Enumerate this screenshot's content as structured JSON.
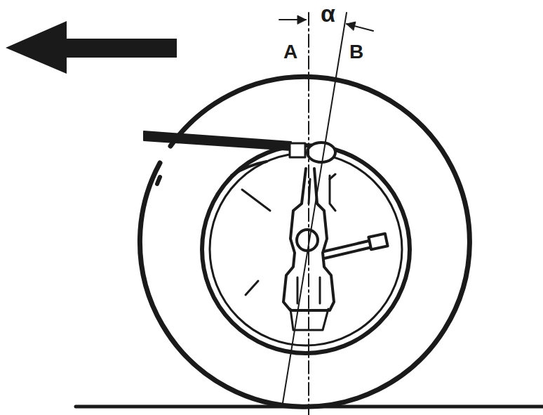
{
  "diagram": {
    "labels": [
      "α",
      "A",
      "B"
    ]
  }
}
